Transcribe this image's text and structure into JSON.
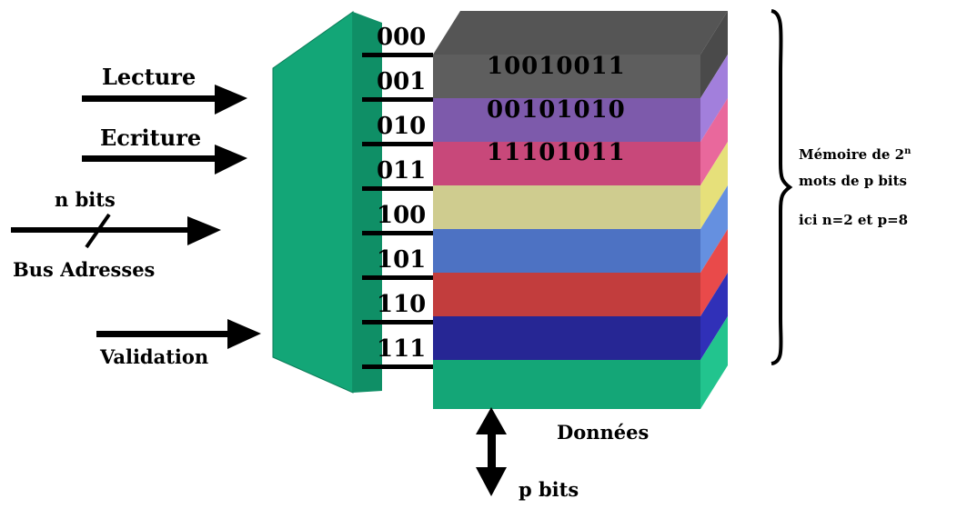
{
  "inputs": {
    "read": "Lecture",
    "write": "Ecriture",
    "n_bits": "n bits",
    "address_bus": "Bus Adresses",
    "enable": "Validation"
  },
  "memory": {
    "addresses": [
      "000",
      "001",
      "010",
      "011",
      "100",
      "101",
      "110",
      "111"
    ],
    "rows": [
      {
        "address": "000",
        "word": "10010011",
        "front_color": "#5e5e5e",
        "side_color": "#4a4a4a"
      },
      {
        "address": "001",
        "word": "00101010",
        "front_color": "#7d5aab",
        "side_color": "#a27fdc"
      },
      {
        "address": "010",
        "word": "11101011",
        "front_color": "#c8487a",
        "side_color": "#e9689c"
      },
      {
        "address": "011",
        "word": "",
        "front_color": "#cfcc8f",
        "side_color": "#e6e07a"
      },
      {
        "address": "100",
        "word": "",
        "front_color": "#4d72c3",
        "side_color": "#6590e0"
      },
      {
        "address": "101",
        "word": "",
        "front_color": "#c23d3d",
        "side_color": "#e94a4a"
      },
      {
        "address": "110",
        "word": "",
        "front_color": "#262694",
        "side_color": "#3030b8"
      },
      {
        "address": "111",
        "word": "",
        "front_color": "#14a677",
        "side_color": "#22c48e"
      }
    ],
    "top_color": "#555555",
    "decoder_color": "#13a677"
  },
  "description": {
    "line1_prefix": "Mémoire de 2",
    "line1_exp": "n",
    "line2": "mots de p bits",
    "line3": "ici n=2 et p=8"
  },
  "data_bus": {
    "label": "Données",
    "width": "p bits"
  }
}
